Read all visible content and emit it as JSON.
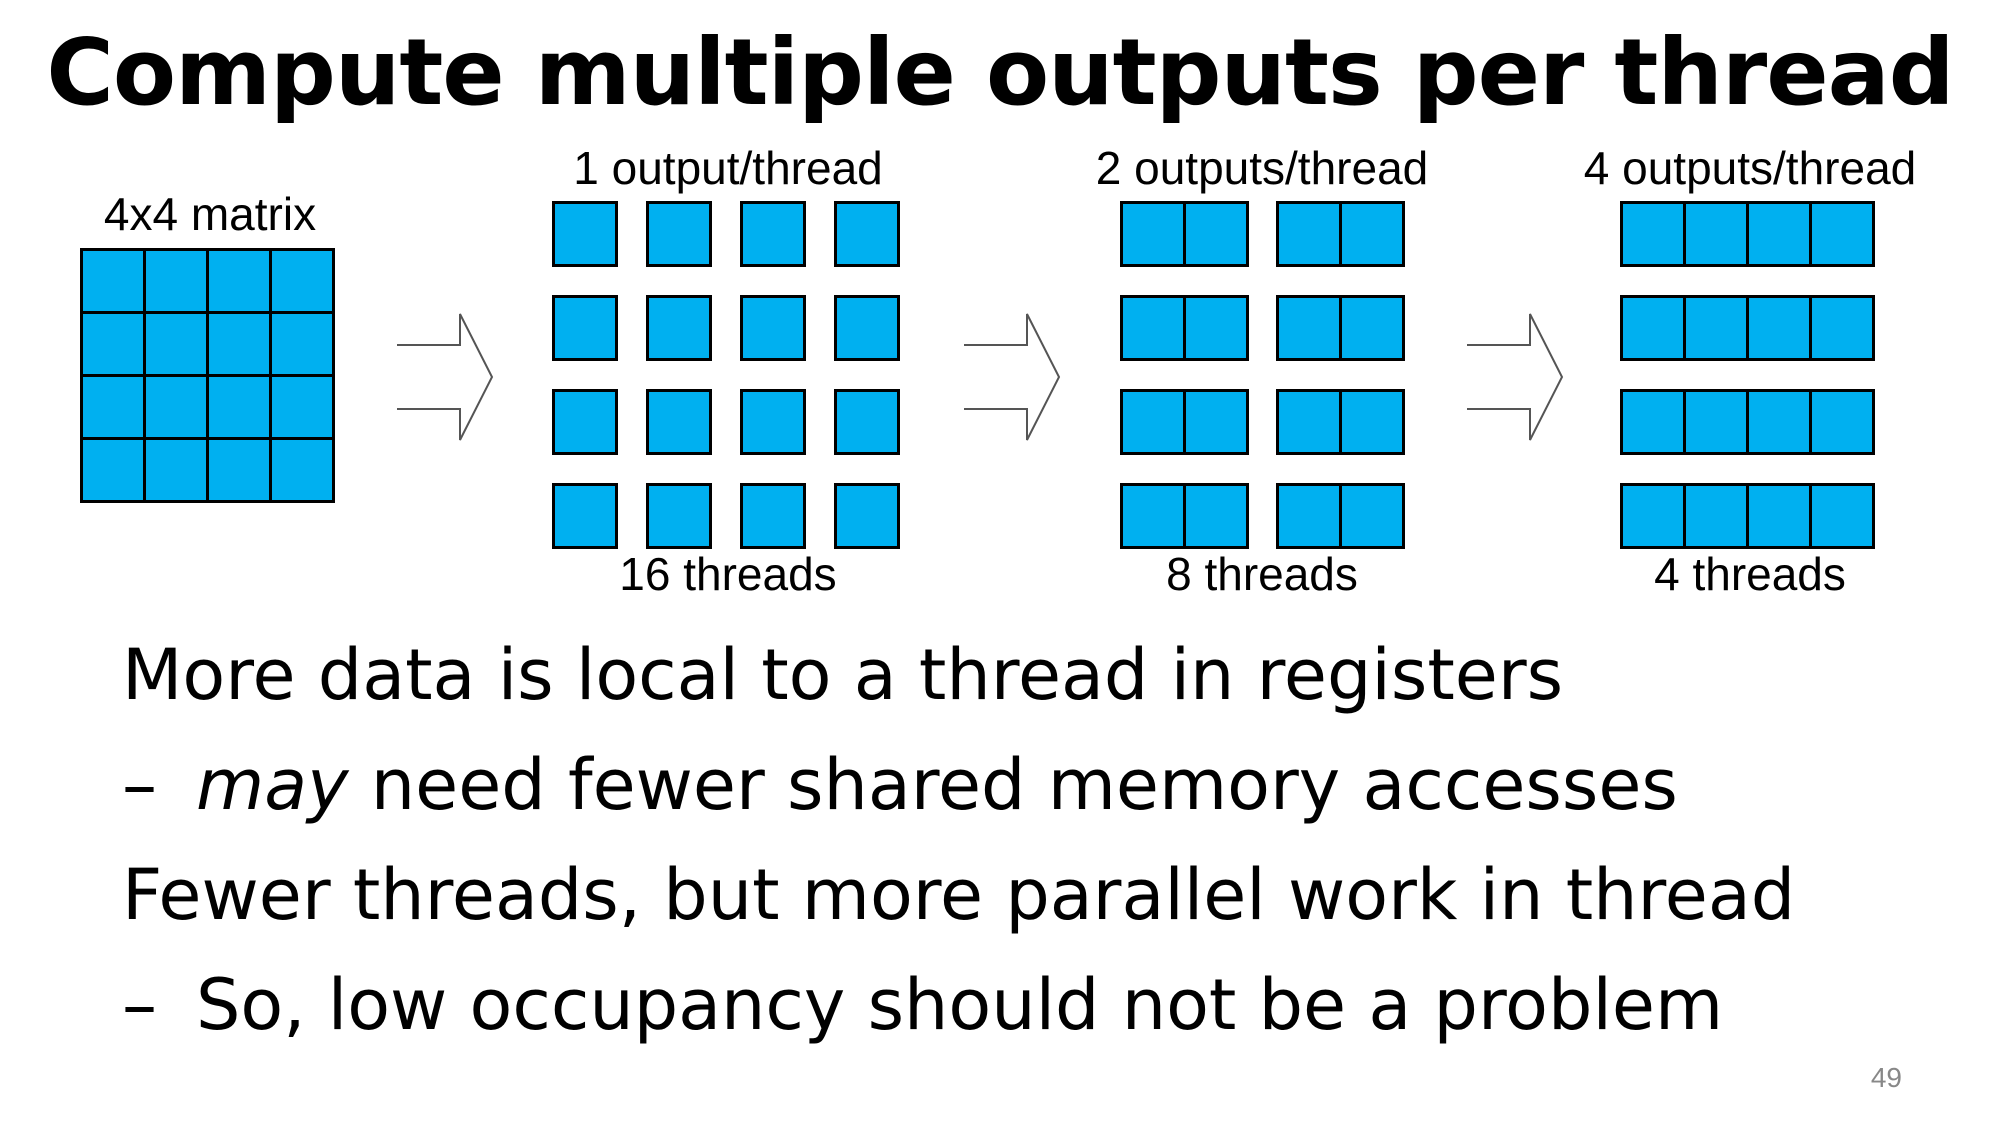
{
  "title": "Compute multiple outputs per thread",
  "matrix_label": "4x4 matrix",
  "panels": [
    {
      "label": "1 output/thread",
      "threads": "16 threads"
    },
    {
      "label": "2 outputs/thread",
      "threads": "8 threads"
    },
    {
      "label": "4 outputs/thread",
      "threads": "4 threads"
    }
  ],
  "bullets": [
    {
      "text": "More data is local to a thread in registers"
    },
    {
      "dash": "–",
      "em": "may",
      "text": " need fewer shared memory accesses"
    },
    {
      "text": "Fewer threads, but more parallel work in thread"
    },
    {
      "dash": "–",
      "text": "So, low occupancy should not be a problem"
    }
  ],
  "page_number": "49",
  "colors": {
    "cell_fill": "#00b0f0",
    "cell_border": "#000000"
  }
}
